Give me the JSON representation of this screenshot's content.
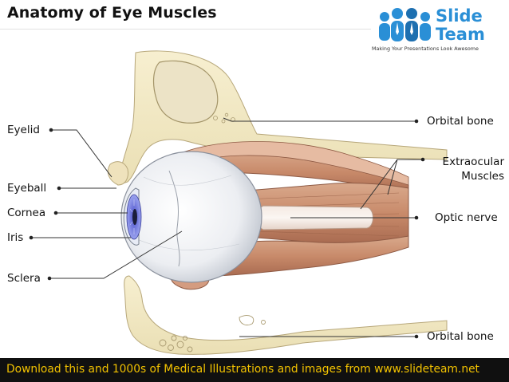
{
  "title": "Anatomy of Eye Muscles",
  "logo": {
    "line1": "Slide",
    "line2": "Team",
    "tagline": "Making Your Presentations Look Awesome",
    "icon": "people-group-icon",
    "color": "#2a8fd6"
  },
  "labels": {
    "eyelid": "Eyelid",
    "eyeball": "Eyeball",
    "cornea": "Cornea",
    "iris": "Iris",
    "sclera": "Sclera",
    "orbital_bone_top": "Orbital bone",
    "extraocular_line1": "Extraocular",
    "extraocular_line2": "Muscles",
    "optic_nerve": "Optic nerve",
    "orbital_bone_bottom": "Orbital bone"
  },
  "footer": {
    "text": "Download this and 1000s of Medical Illustrations and images from www.slideteam.net",
    "text_color": "#f2c200",
    "background": "#101010"
  }
}
